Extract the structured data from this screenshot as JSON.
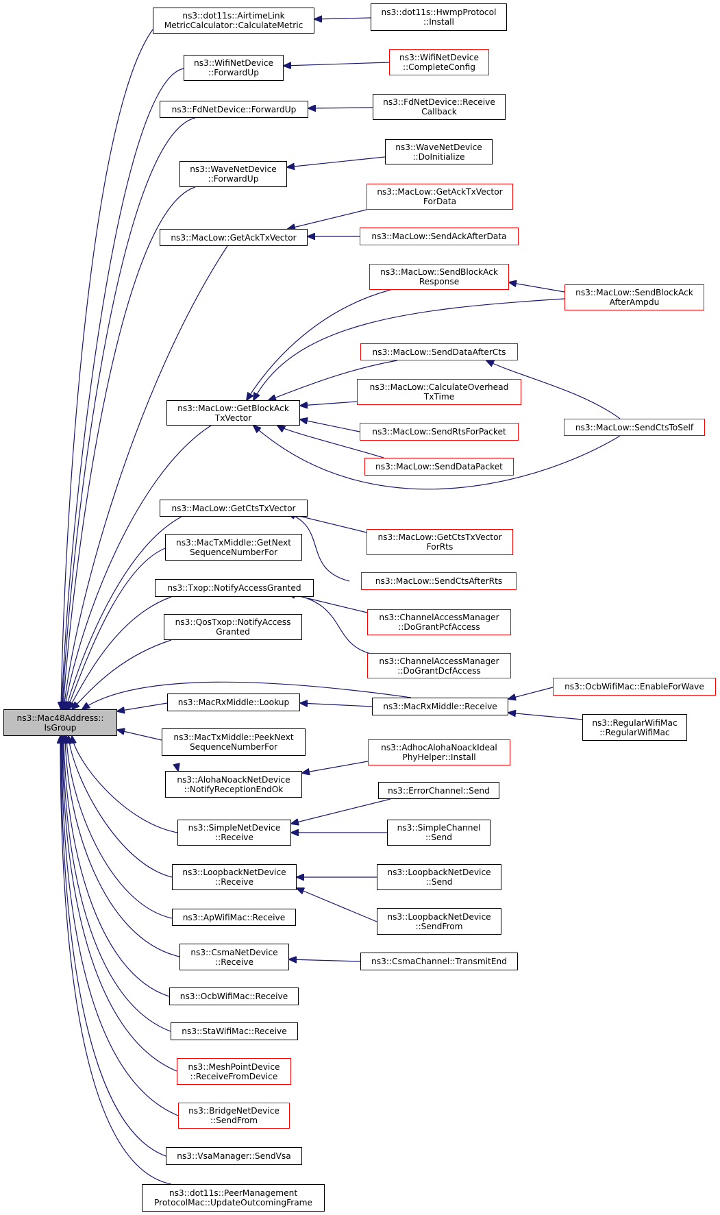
{
  "diagram": {
    "type": "doxygen-caller-graph",
    "colors": {
      "edge": "#191970",
      "border": "#000000",
      "truncated_border": "#ff0000",
      "root_fill": "#bfbfbf"
    },
    "nodes": [
      {
        "id": "root",
        "label": "ns3::Mac48Address::\nIsGroup",
        "style": "root"
      },
      {
        "id": "calcmetric",
        "label": "ns3::dot11s::AirtimeLink\nMetricCalculator::CalculateMetric",
        "style": "normal"
      },
      {
        "id": "hwmp",
        "label": "ns3::dot11s::HwmpProtocol\n::Install",
        "style": "normal"
      },
      {
        "id": "wififwd",
        "label": "ns3::WifiNetDevice\n::ForwardUp",
        "style": "normal"
      },
      {
        "id": "wificomplete",
        "label": "ns3::WifiNetDevice\n::CompleteConfig",
        "style": "red"
      },
      {
        "id": "fdfwd",
        "label": "ns3::FdNetDevice::ForwardUp",
        "style": "normal"
      },
      {
        "id": "fdrecv",
        "label": "ns3::FdNetDevice::Receive\nCallback",
        "style": "normal"
      },
      {
        "id": "wavefwd",
        "label": "ns3::WaveNetDevice\n::ForwardUp",
        "style": "normal"
      },
      {
        "id": "waveinit",
        "label": "ns3::WaveNetDevice\n::DoInitialize",
        "style": "normal"
      },
      {
        "id": "getack",
        "label": "ns3::MacLow::GetAckTxVector",
        "style": "normal"
      },
      {
        "id": "getackdata",
        "label": "ns3::MacLow::GetAckTxVector\nForData",
        "style": "red"
      },
      {
        "id": "sendackdata",
        "label": "ns3::MacLow::SendAckAfterData",
        "style": "red"
      },
      {
        "id": "sendblockack",
        "label": "ns3::MacLow::SendBlockAck\nResponse",
        "style": "red"
      },
      {
        "id": "sendblockampdu",
        "label": "ns3::MacLow::SendBlockAck\nAfterAmpdu",
        "style": "red"
      },
      {
        "id": "senddatacts",
        "label": "ns3::MacLow::SendDataAfterCts",
        "style": "red"
      },
      {
        "id": "calcoverhead",
        "label": "ns3::MacLow::CalculateOverhead\nTxTime",
        "style": "red"
      },
      {
        "id": "getblockack",
        "label": "ns3::MacLow::GetBlockAck\nTxVector",
        "style": "normal"
      },
      {
        "id": "sendctsself",
        "label": "ns3::MacLow::SendCtsToSelf",
        "style": "red"
      },
      {
        "id": "sendrts",
        "label": "ns3::MacLow::SendRtsForPacket",
        "style": "red"
      },
      {
        "id": "senddatapkt",
        "label": "ns3::MacLow::SendDataPacket",
        "style": "red"
      },
      {
        "id": "getcts",
        "label": "ns3::MacLow::GetCtsTxVector",
        "style": "normal"
      },
      {
        "id": "getctsrts",
        "label": "ns3::MacLow::GetCtsTxVector\nForRts",
        "style": "red"
      },
      {
        "id": "macnext",
        "label": "ns3::MacTxMiddle::GetNext\nSequenceNumberFor",
        "style": "normal"
      },
      {
        "id": "sendctsrts",
        "label": "ns3::MacLow::SendCtsAfterRts",
        "style": "red"
      },
      {
        "id": "txopnotify",
        "label": "ns3::Txop::NotifyAccessGranted",
        "style": "normal"
      },
      {
        "id": "dograntpcf",
        "label": "ns3::ChannelAccessManager\n::DoGrantPcfAccess",
        "style": "red"
      },
      {
        "id": "qosnotify",
        "label": "ns3::QosTxop::NotifyAccess\nGranted",
        "style": "normal"
      },
      {
        "id": "dograntdcf",
        "label": "ns3::ChannelAccessManager\n::DoGrantDcfAccess",
        "style": "red"
      },
      {
        "id": "ocbenable",
        "label": "ns3::OcbWifiMac::EnableForWave",
        "style": "red"
      },
      {
        "id": "rxlookup",
        "label": "ns3::MacRxMiddle::Lookup",
        "style": "normal"
      },
      {
        "id": "rxreceive",
        "label": "ns3::MacRxMiddle::Receive",
        "style": "normal"
      },
      {
        "id": "regularwifi",
        "label": "ns3::RegularWifiMac\n::RegularWifiMac",
        "style": "normal"
      },
      {
        "id": "peeknext",
        "label": "ns3::MacTxMiddle::PeekNext\nSequenceNumberFor",
        "style": "normal"
      },
      {
        "id": "adhoc",
        "label": "ns3::AdhocAlohaNoackIdeal\nPhyHelper::Install",
        "style": "red"
      },
      {
        "id": "aloha",
        "label": "ns3::AlohaNoackNetDevice\n::NotifyReceptionEndOk",
        "style": "normal"
      },
      {
        "id": "errsend",
        "label": "ns3::ErrorChannel::Send",
        "style": "normal"
      },
      {
        "id": "simplerecv",
        "label": "ns3::SimpleNetDevice\n::Receive",
        "style": "normal"
      },
      {
        "id": "simplesend",
        "label": "ns3::SimpleChannel\n::Send",
        "style": "normal"
      },
      {
        "id": "looprecv",
        "label": "ns3::LoopbackNetDevice\n::Receive",
        "style": "normal"
      },
      {
        "id": "loopsend",
        "label": "ns3::LoopbackNetDevice\n::Send",
        "style": "normal"
      },
      {
        "id": "loopsendfrom",
        "label": "ns3::LoopbackNetDevice\n::SendFrom",
        "style": "normal"
      },
      {
        "id": "aprecv",
        "label": "ns3::ApWifiMac::Receive",
        "style": "normal"
      },
      {
        "id": "csmarecv",
        "label": "ns3::CsmaNetDevice\n::Receive",
        "style": "normal"
      },
      {
        "id": "csmaend",
        "label": "ns3::CsmaChannel::TransmitEnd",
        "style": "normal"
      },
      {
        "id": "ocbrecv",
        "label": "ns3::OcbWifiMac::Receive",
        "style": "normal"
      },
      {
        "id": "starecv",
        "label": "ns3::StaWifiMac::Receive",
        "style": "normal"
      },
      {
        "id": "meshrecv",
        "label": "ns3::MeshPointDevice\n::ReceiveFromDevice",
        "style": "red"
      },
      {
        "id": "bridgesend",
        "label": "ns3::BridgeNetDevice\n::SendFrom",
        "style": "red"
      },
      {
        "id": "vsasend",
        "label": "ns3::VsaManager::SendVsa",
        "style": "normal"
      },
      {
        "id": "peermgmt",
        "label": "ns3::dot11s::PeerManagement\nProtocolMac::UpdateOutcomingFrame",
        "style": "normal"
      }
    ],
    "edges": [
      {
        "caller": "calcmetric",
        "callee": "root"
      },
      {
        "caller": "wififwd",
        "callee": "root"
      },
      {
        "caller": "fdfwd",
        "callee": "root"
      },
      {
        "caller": "wavefwd",
        "callee": "root"
      },
      {
        "caller": "getack",
        "callee": "root"
      },
      {
        "caller": "getblockack",
        "callee": "root"
      },
      {
        "caller": "getcts",
        "callee": "root"
      },
      {
        "caller": "macnext",
        "callee": "root"
      },
      {
        "caller": "txopnotify",
        "callee": "root"
      },
      {
        "caller": "qosnotify",
        "callee": "root"
      },
      {
        "caller": "rxreceive",
        "callee": "root"
      },
      {
        "caller": "rxlookup",
        "callee": "root"
      },
      {
        "caller": "peeknext",
        "callee": "root"
      },
      {
        "caller": "aloha",
        "callee": "root"
      },
      {
        "caller": "simplerecv",
        "callee": "root"
      },
      {
        "caller": "looprecv",
        "callee": "root"
      },
      {
        "caller": "aprecv",
        "callee": "root"
      },
      {
        "caller": "csmarecv",
        "callee": "root"
      },
      {
        "caller": "ocbrecv",
        "callee": "root"
      },
      {
        "caller": "starecv",
        "callee": "root"
      },
      {
        "caller": "meshrecv",
        "callee": "root"
      },
      {
        "caller": "bridgesend",
        "callee": "root"
      },
      {
        "caller": "vsasend",
        "callee": "root"
      },
      {
        "caller": "peermgmt",
        "callee": "root"
      },
      {
        "caller": "hwmp",
        "callee": "calcmetric"
      },
      {
        "caller": "wificomplete",
        "callee": "wififwd"
      },
      {
        "caller": "fdrecv",
        "callee": "fdfwd"
      },
      {
        "caller": "waveinit",
        "callee": "wavefwd"
      },
      {
        "caller": "getackdata",
        "callee": "getack"
      },
      {
        "caller": "sendackdata",
        "callee": "getack"
      },
      {
        "caller": "sendblockack",
        "callee": "getblockack"
      },
      {
        "caller": "sendblockampdu",
        "callee": "getblockack"
      },
      {
        "caller": "sendblockampdu",
        "callee": "sendblockack"
      },
      {
        "caller": "senddatacts",
        "callee": "getblockack"
      },
      {
        "caller": "calcoverhead",
        "callee": "getblockack"
      },
      {
        "caller": "sendrts",
        "callee": "getblockack"
      },
      {
        "caller": "senddatapkt",
        "callee": "getblockack"
      },
      {
        "caller": "sendctsself",
        "callee": "getblockack"
      },
      {
        "caller": "sendctsself",
        "callee": "senddatacts"
      },
      {
        "caller": "getctsrts",
        "callee": "getcts"
      },
      {
        "caller": "sendctsrts",
        "callee": "getcts"
      },
      {
        "caller": "dograntpcf",
        "callee": "txopnotify"
      },
      {
        "caller": "dograntdcf",
        "callee": "txopnotify"
      },
      {
        "caller": "rxreceive",
        "callee": "rxlookup"
      },
      {
        "caller": "ocbenable",
        "callee": "rxreceive"
      },
      {
        "caller": "regularwifi",
        "callee": "rxreceive"
      },
      {
        "caller": "adhoc",
        "callee": "aloha"
      },
      {
        "caller": "errsend",
        "callee": "simplerecv"
      },
      {
        "caller": "simplesend",
        "callee": "simplerecv"
      },
      {
        "caller": "loopsend",
        "callee": "looprecv"
      },
      {
        "caller": "loopsendfrom",
        "callee": "looprecv"
      },
      {
        "caller": "csmaend",
        "callee": "csmarecv"
      }
    ]
  }
}
